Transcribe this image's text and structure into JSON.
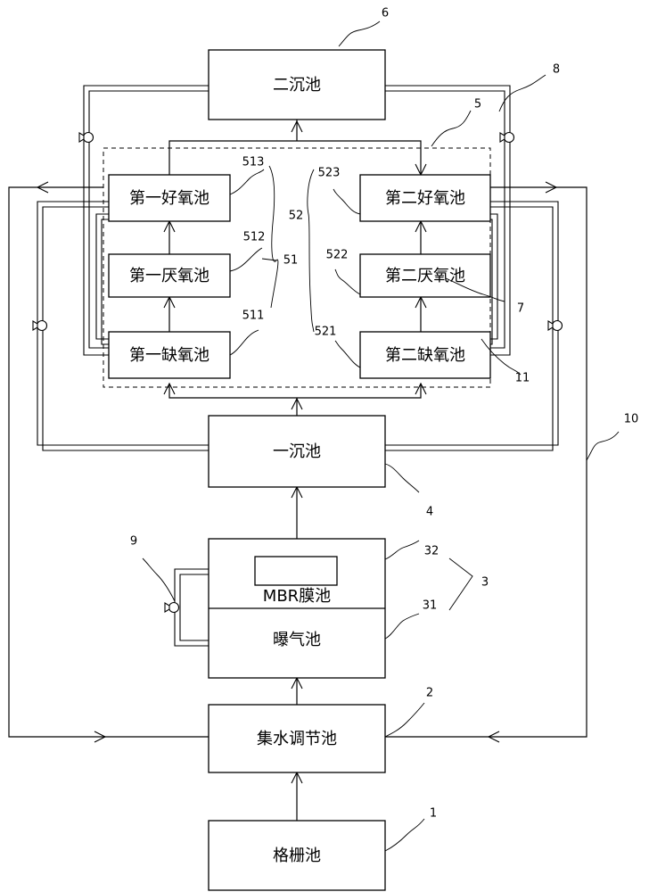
{
  "tanks": {
    "grid": "格栅池",
    "collection": "集水调节池",
    "aeration": "曝气池",
    "mbr": "MBR膜池",
    "primary_sed": "一沉池",
    "anoxic1": "第一缺氧池",
    "anaerobic1": "第一厌氧池",
    "aerobic1": "第一好氧池",
    "anoxic2": "第二缺氧池",
    "anaerobic2": "第二厌氧池",
    "aerobic2": "第二好氧池",
    "secondary_sed": "二沉池"
  },
  "numerals": {
    "n1": "1",
    "n2": "2",
    "n3": "3",
    "n31": "31",
    "n32": "32",
    "n4": "4",
    "n5": "5",
    "n51": "51",
    "n511": "511",
    "n512": "512",
    "n513": "513",
    "n52": "52",
    "n521": "521",
    "n522": "522",
    "n523": "523",
    "n6": "6",
    "n7": "7",
    "n8": "8",
    "n9": "9",
    "n10": "10",
    "n11": "11"
  }
}
